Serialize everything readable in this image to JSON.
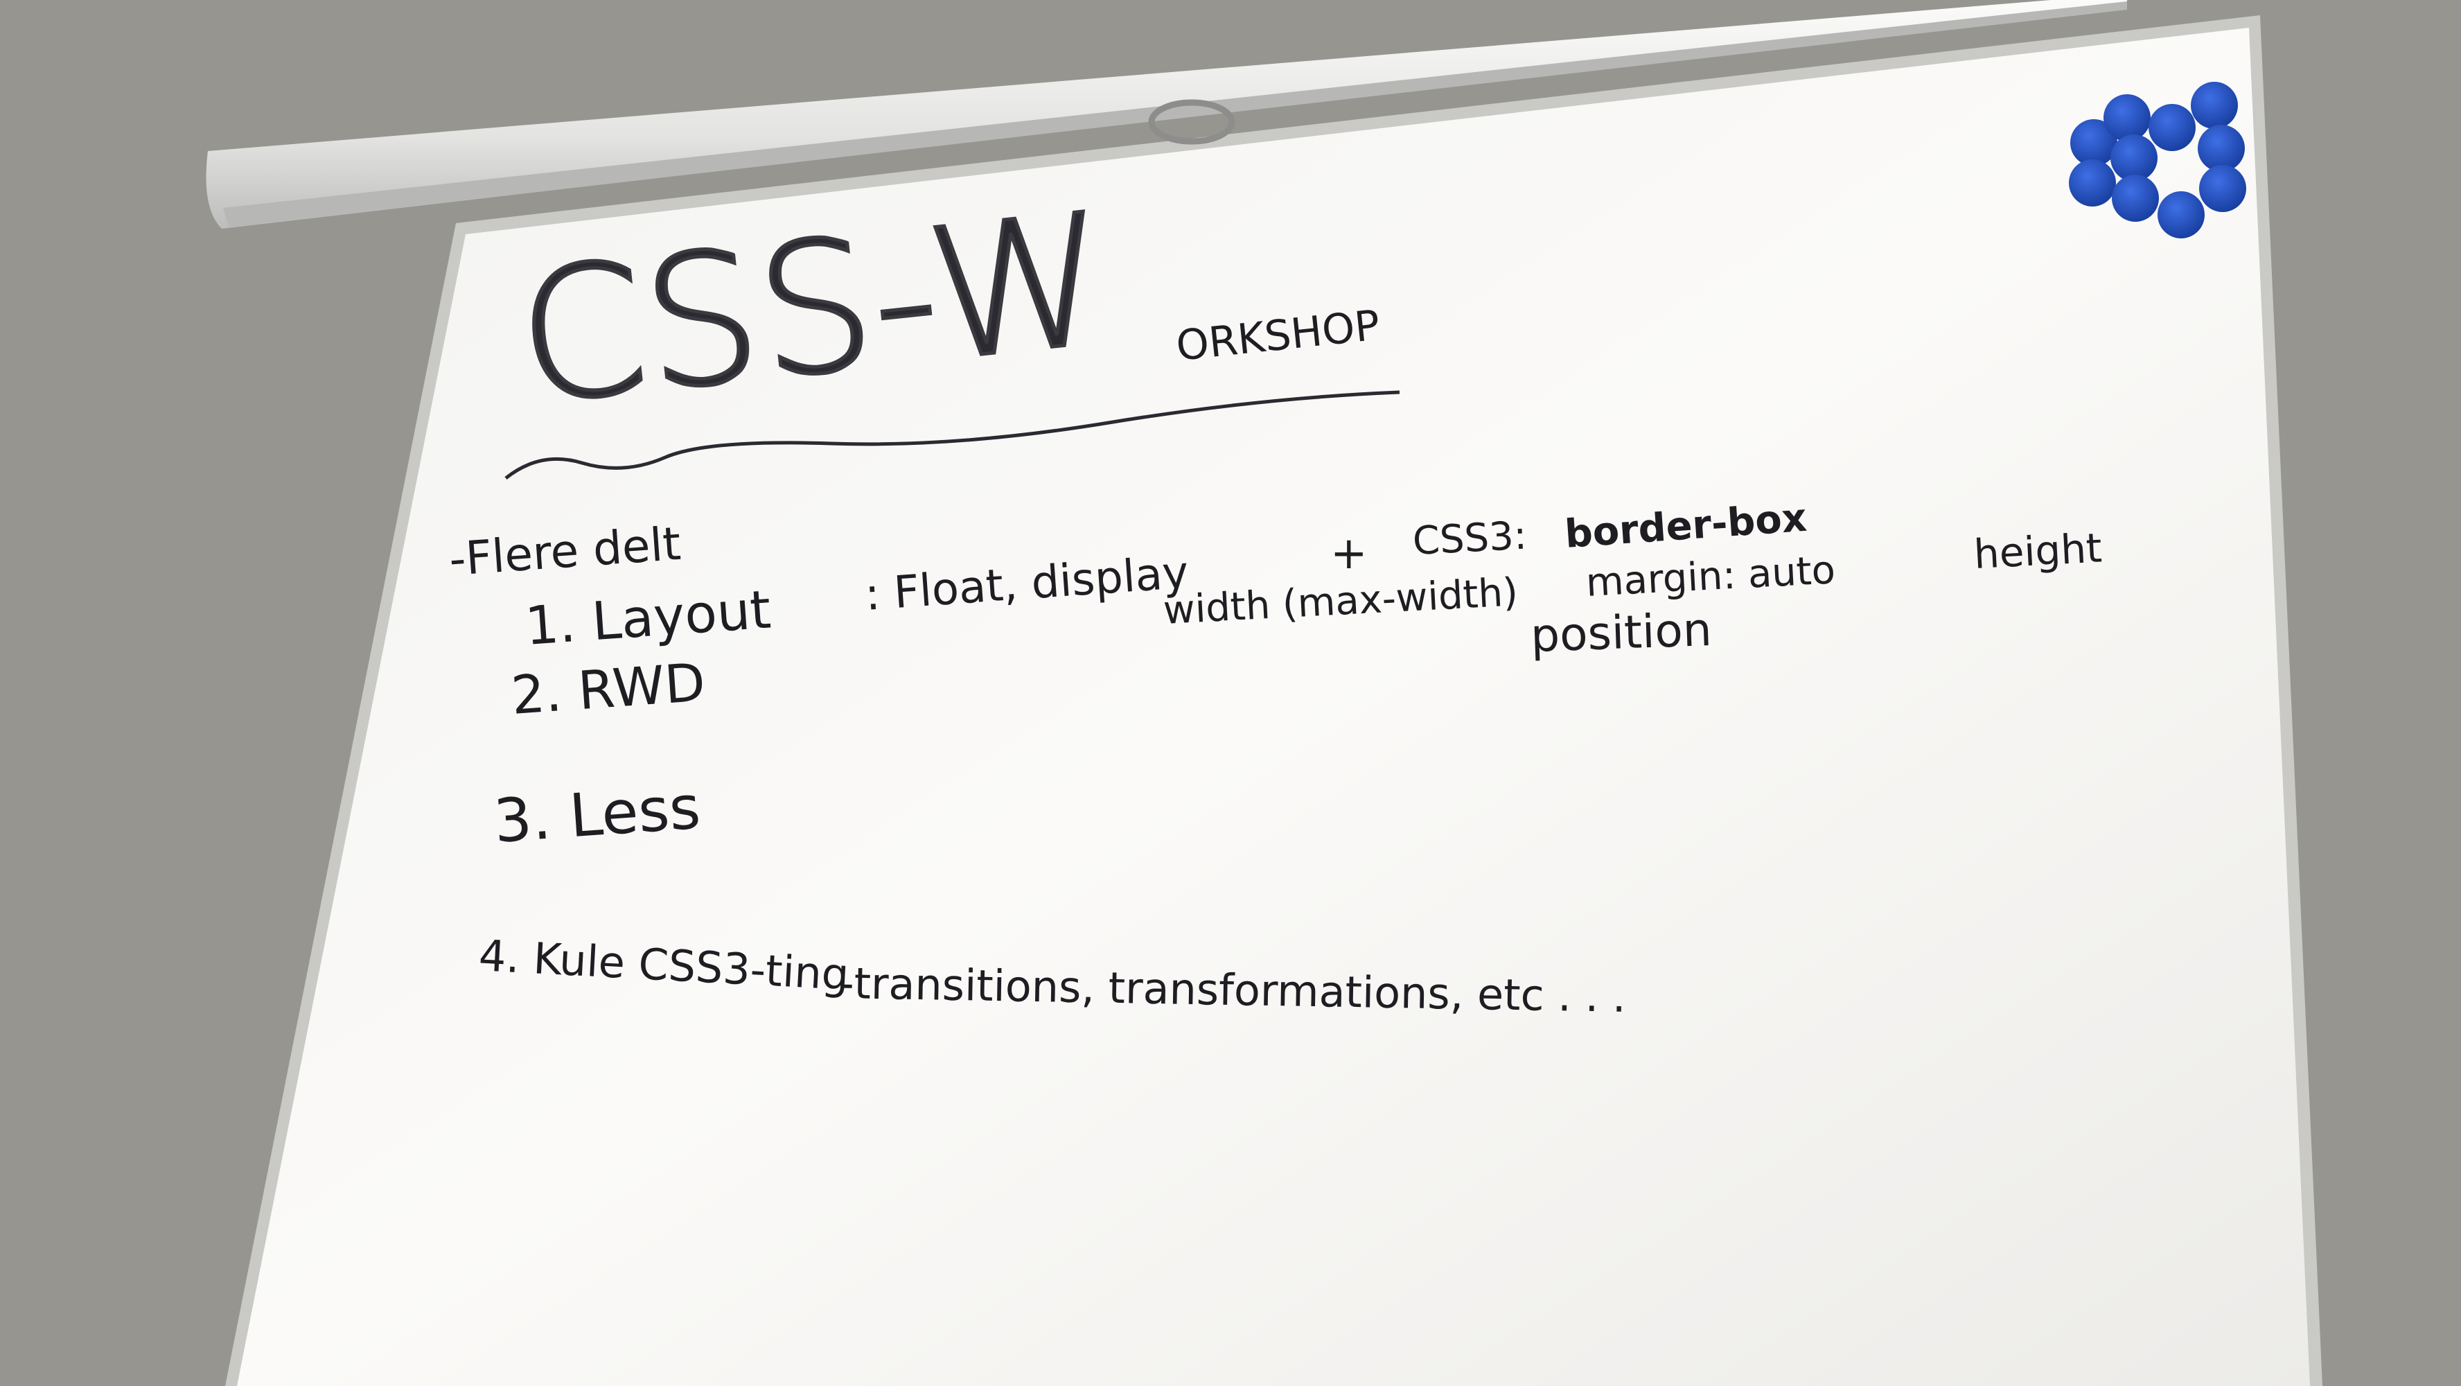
{
  "board": {
    "title_main": "CSS-W",
    "title_rest": "ORKSHOP",
    "intro": "-Flere delt",
    "item1_label": "1.  Layout",
    "item1_detail": ": Float, display",
    "item1_width": "width (max-width)",
    "item1_plus": "+",
    "item1_css3": "CSS3:",
    "item1_border": "border-box",
    "item1_margin": "margin: auto",
    "item1_height": "height",
    "item1_position": "position",
    "item2_label": "2.  RWD",
    "item3_label": "3.  Less",
    "item4_label": "4. Kule CSS3-ting",
    "item4_detail": "-transitions, transformations, etc . . ."
  },
  "colors": {
    "wall": "#96958f",
    "board": "#f4f4f2",
    "marker": "#1d1d22",
    "magnet": "#1f4fc4"
  }
}
